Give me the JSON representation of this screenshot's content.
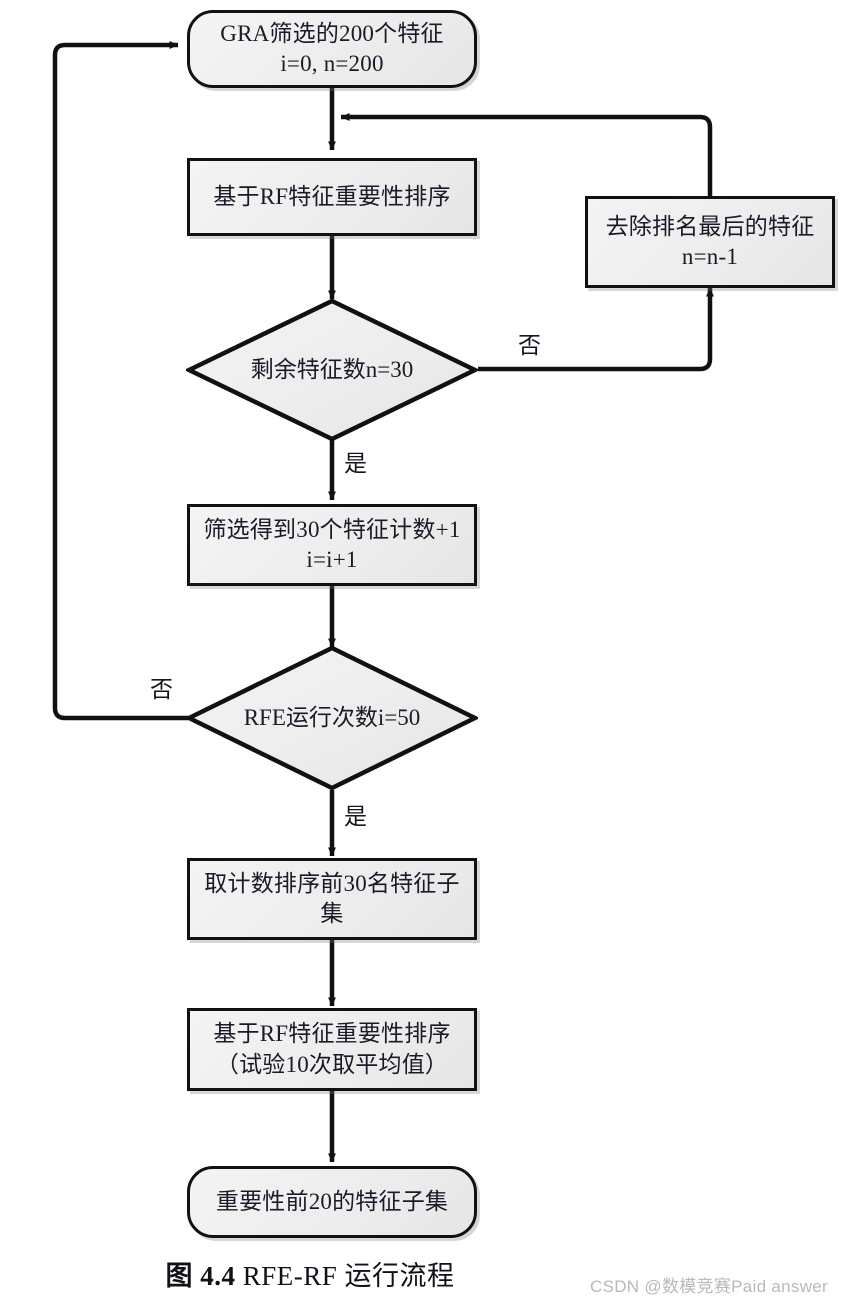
{
  "figure": {
    "caption_number": "图 4.4",
    "caption_text": "RFE-RF 运行流程",
    "watermark": "CSDN @数模竞赛Paid answer",
    "background_color": "#ffffff",
    "node_fill_color": "#eeeeee",
    "node_border_color": "#111111",
    "text_color": "#1a1a28"
  },
  "nodes": [
    {
      "id": "start",
      "type": "terminal",
      "label": "GRA筛选的200个特征\ni=0, n=200"
    },
    {
      "id": "rf-rank-1",
      "type": "process",
      "label": "基于RF特征重要性排序"
    },
    {
      "id": "remove-last",
      "type": "process",
      "label": "去除排名最后的特征\nn=n-1"
    },
    {
      "id": "check-n",
      "type": "decision",
      "label": "剩余特征数n=30"
    },
    {
      "id": "count-plus",
      "type": "process",
      "label": "筛选得到30个特征计数+1\ni=i+1"
    },
    {
      "id": "check-i",
      "type": "decision",
      "label": "RFE运行次数i=50"
    },
    {
      "id": "top30-subset",
      "type": "process",
      "label": "取计数排序前30名特征子\n集"
    },
    {
      "id": "rf-rank-2",
      "type": "process",
      "label": "基于RF特征重要性排序\n（试验10次取平均值）"
    },
    {
      "id": "end",
      "type": "terminal",
      "label": "重要性前20的特征子集"
    }
  ],
  "edge_labels": {
    "check_n_no": "否",
    "check_n_yes": "是",
    "check_i_no": "否",
    "check_i_yes": "是"
  }
}
